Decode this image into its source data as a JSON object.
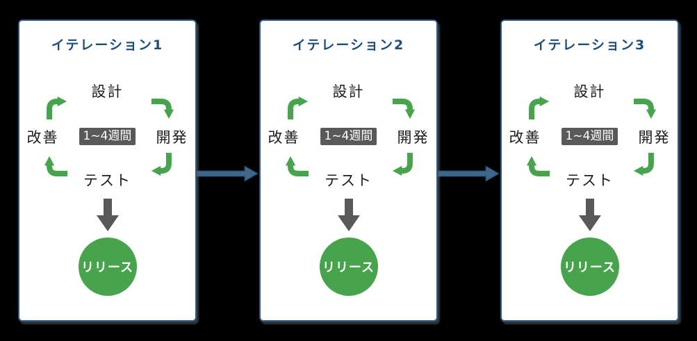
{
  "diagram": {
    "panels": [
      {
        "title": "イテレーション1",
        "cycle": {
          "top": "設計",
          "right": "開発",
          "bottom": "テスト",
          "left": "改善",
          "duration": "1~4週間"
        },
        "release": "リリース"
      },
      {
        "title": "イテレーション2",
        "cycle": {
          "top": "設計",
          "right": "開発",
          "bottom": "テスト",
          "left": "改善",
          "duration": "1~4週間"
        },
        "release": "リリース"
      },
      {
        "title": "イテレーション3",
        "cycle": {
          "top": "設計",
          "right": "開発",
          "bottom": "テスト",
          "left": "改善",
          "duration": "1~4週間"
        },
        "release": "リリース"
      }
    ],
    "colors": {
      "background": "#000000",
      "panel_bg": "#ffffff",
      "panel_border": "#2d5c88",
      "title_text": "#1d4e79",
      "step_text": "#1c1c1c",
      "cycle_arrow": "#47a44d",
      "duration_bg": "#595959",
      "duration_text": "#ffffff",
      "down_arrow": "#595959",
      "release_bg": "#47a44d",
      "release_text": "#ffffff",
      "connector": "#3f678c"
    }
  }
}
